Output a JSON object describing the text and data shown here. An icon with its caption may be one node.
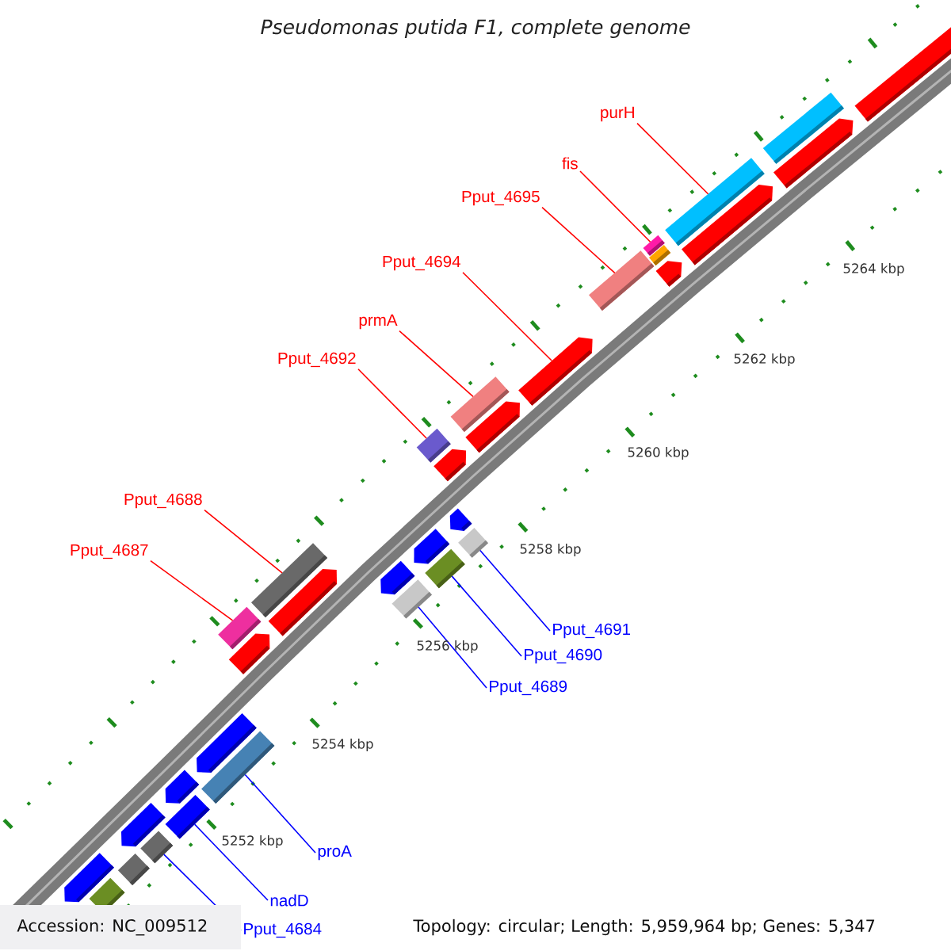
{
  "diagram": {
    "title": "Pseudomonas putida F1, complete genome",
    "nodes": [
      {
        "text": [
          "purH"
        ]
      },
      {
        "text": [
          "fis"
        ]
      },
      {
        "text": [
          "Pput_4695"
        ]
      },
      {
        "text": [
          "Pput_4694"
        ]
      },
      {
        "text": [
          "prmA"
        ]
      },
      {
        "text": [
          "Pput_4692"
        ]
      },
      {
        "text": [
          "Pput_4688"
        ]
      },
      {
        "text": [
          "Pput_4687"
        ]
      },
      {
        "text": [
          "Pput_4691"
        ]
      },
      {
        "text": [
          "Pput_4690"
        ]
      },
      {
        "text": [
          "Pput_4689"
        ]
      },
      {
        "text": [
          "proA"
        ]
      },
      {
        "text": [
          "nadD"
        ]
      },
      {
        "text": [
          "Pput_4684"
        ]
      },
      {
        "text": [],
        "shape": "bar"
      },
      {
        "text": [],
        "shape": "bar"
      },
      {
        "text": [],
        "shape": "bar"
      },
      {
        "text": [],
        "shape": "pentagon"
      },
      {
        "text": [],
        "shape": "bar"
      },
      {
        "text": [],
        "shape": "bar"
      },
      {
        "text": [],
        "shape": "bar"
      },
      {
        "text": [],
        "shape": "bar"
      },
      {
        "text": [],
        "shape": "bar"
      },
      {
        "text": [],
        "shape": "bar"
      },
      {
        "text": [],
        "shape": "bar"
      },
      {
        "text": [],
        "shape": "bar"
      },
      {
        "text": [],
        "shape": "bar"
      },
      {
        "text": [],
        "shape": "bar"
      },
      {
        "text": [],
        "shape": "pentagon"
      },
      {
        "text": [],
        "shape": "pentagon"
      },
      {
        "text": [],
        "shape": "pentagon"
      },
      {
        "text": [],
        "shape": "pentagon"
      },
      {
        "text": [],
        "shape": "pentagon"
      },
      {
        "text": [],
        "shape": "pentagon"
      },
      {
        "text": [],
        "shape": "pentagon"
      },
      {
        "text": [],
        "shape": "bar"
      },
      {
        "text": [],
        "shape": "bar"
      },
      {
        "text": [],
        "shape": "pentagon"
      },
      {
        "text": [],
        "shape": "pentagon"
      },
      {
        "text": [],
        "shape": "pentagon"
      },
      {
        "text": [],
        "shape": "pentagon"
      },
      {
        "text": [],
        "shape": "pentagon"
      },
      {
        "text": [],
        "shape": "pentagon"
      },
      {
        "text": [],
        "shape": "pentagon"
      },
      {
        "text": [],
        "shape": "bar"
      },
      {
        "text": [],
        "shape": "bar"
      },
      {
        "text": [],
        "shape": "bar"
      }
    ],
    "edges": [
      {
        "from": 0,
        "to": 14,
        "arrow": "none"
      },
      {
        "from": 1,
        "to": 15,
        "arrow": "none"
      },
      {
        "from": 2,
        "to": 16,
        "arrow": "none"
      },
      {
        "from": 3,
        "to": 17,
        "arrow": "none"
      },
      {
        "from": 4,
        "to": 18,
        "arrow": "none"
      },
      {
        "from": 5,
        "to": 19,
        "arrow": "none"
      },
      {
        "from": 6,
        "to": 20,
        "arrow": "none"
      },
      {
        "from": 7,
        "to": 21,
        "arrow": "none"
      },
      {
        "from": 8,
        "to": 22,
        "arrow": "none",
        "color": "#0000ff"
      },
      {
        "from": 9,
        "to": 23,
        "arrow": "none",
        "color": "#0000ff"
      },
      {
        "from": 10,
        "to": 24,
        "arrow": "none",
        "color": "#0000ff"
      },
      {
        "from": 11,
        "to": 25,
        "arrow": "none",
        "color": "#0000ff"
      },
      {
        "from": 12,
        "to": 26,
        "arrow": "none",
        "color": "#0000ff"
      },
      {
        "from": 13,
        "to": 27,
        "arrow": "none",
        "color": "#0000ff"
      }
    ],
    "labels": [
      "5264 kbp",
      "5262 kbp",
      "5260 kbp",
      "5258 kbp",
      "5256 kbp",
      "5254 kbp",
      "5252 kbp",
      "Accession: NC_009512",
      "Topology: circular; Length: 5,959,964 bp; Genes: 5,347"
    ]
  }
}
